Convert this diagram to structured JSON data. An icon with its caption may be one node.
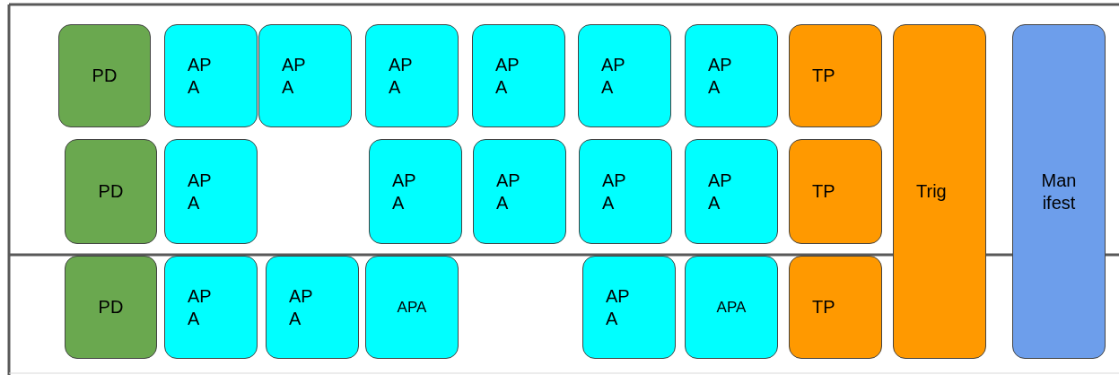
{
  "diagram": {
    "nodes": [
      {
        "text": [
          "PD"
        ]
      },
      {
        "text": [
          "APA"
        ]
      },
      {
        "text": [
          "APA"
        ]
      },
      {
        "text": [
          "APA"
        ]
      },
      {
        "text": [
          "APA"
        ]
      },
      {
        "text": [
          "APA"
        ]
      },
      {
        "text": [
          "APA"
        ]
      },
      {
        "text": [
          "TP"
        ]
      },
      {
        "text": [
          "Trig"
        ]
      },
      {
        "text": [
          "Manifest"
        ]
      },
      {
        "text": [
          "PD"
        ]
      },
      {
        "text": [
          "APA"
        ]
      },
      {
        "text": [
          "APA"
        ]
      },
      {
        "text": [
          "APA"
        ]
      },
      {
        "text": [
          "APA"
        ]
      },
      {
        "text": [
          "APA"
        ]
      },
      {
        "text": [
          "TP"
        ]
      },
      {
        "text": [
          "PD"
        ]
      },
      {
        "text": [
          "APA"
        ]
      },
      {
        "text": [
          "APA"
        ]
      },
      {
        "text": [
          "APA"
        ]
      },
      {
        "text": [
          "APA"
        ]
      },
      {
        "text": [
          "APA"
        ]
      },
      {
        "text": [
          "TP"
        ]
      }
    ]
  }
}
